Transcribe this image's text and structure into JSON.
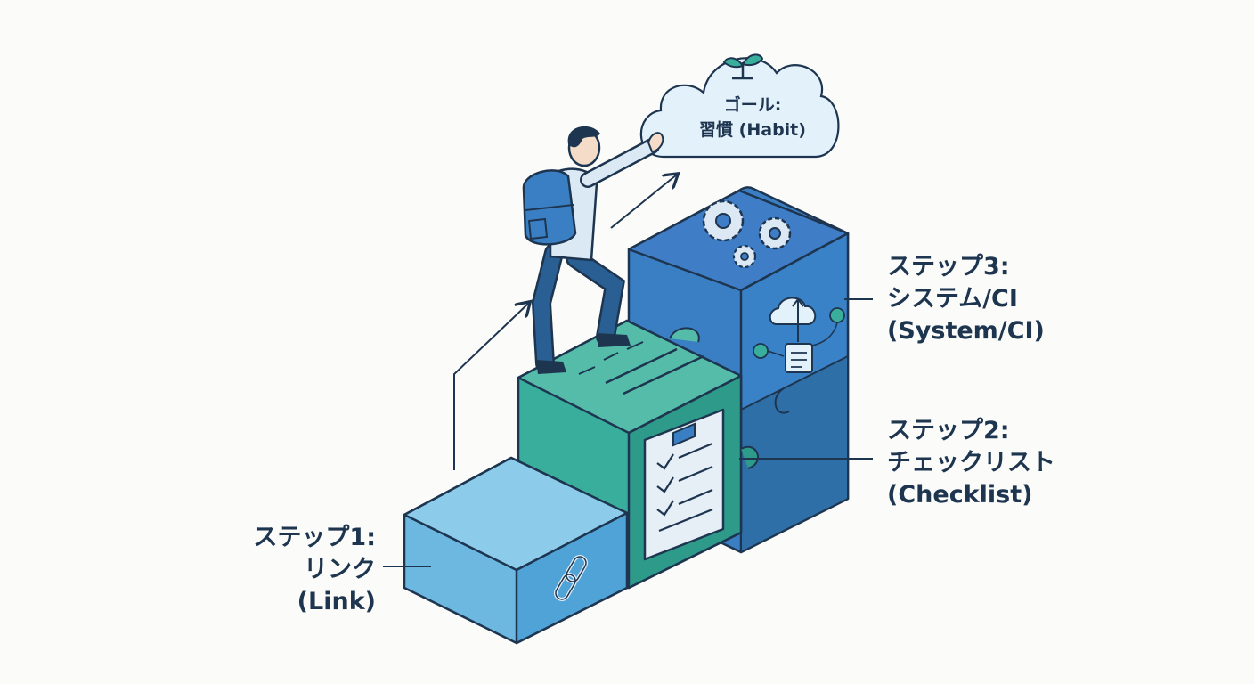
{
  "goal": {
    "line1": "ゴール:",
    "line2": "習慣 (Habit)"
  },
  "steps": [
    {
      "line1": "ステップ1:",
      "line2": "リンク",
      "line3": "(Link)"
    },
    {
      "line1": "ステップ2:",
      "line2": "チェックリスト",
      "line3": "(Checklist)"
    },
    {
      "line1": "ステップ3:",
      "line2": "システム/CI",
      "line3": "(System/CI)"
    }
  ],
  "colors": {
    "background": "#fbfbf9",
    "outline": "#1e3550",
    "step1_block": "#6db8e0",
    "step2_block": "#3aae9c",
    "step3_block": "#3a7fc4",
    "cloud": "#e3f1fa"
  },
  "icons": [
    "sprout-icon",
    "gears-icon",
    "cloud-sync-icon",
    "clipboard-checklist-icon",
    "chain-link-icon",
    "arrow-up-icon"
  ]
}
